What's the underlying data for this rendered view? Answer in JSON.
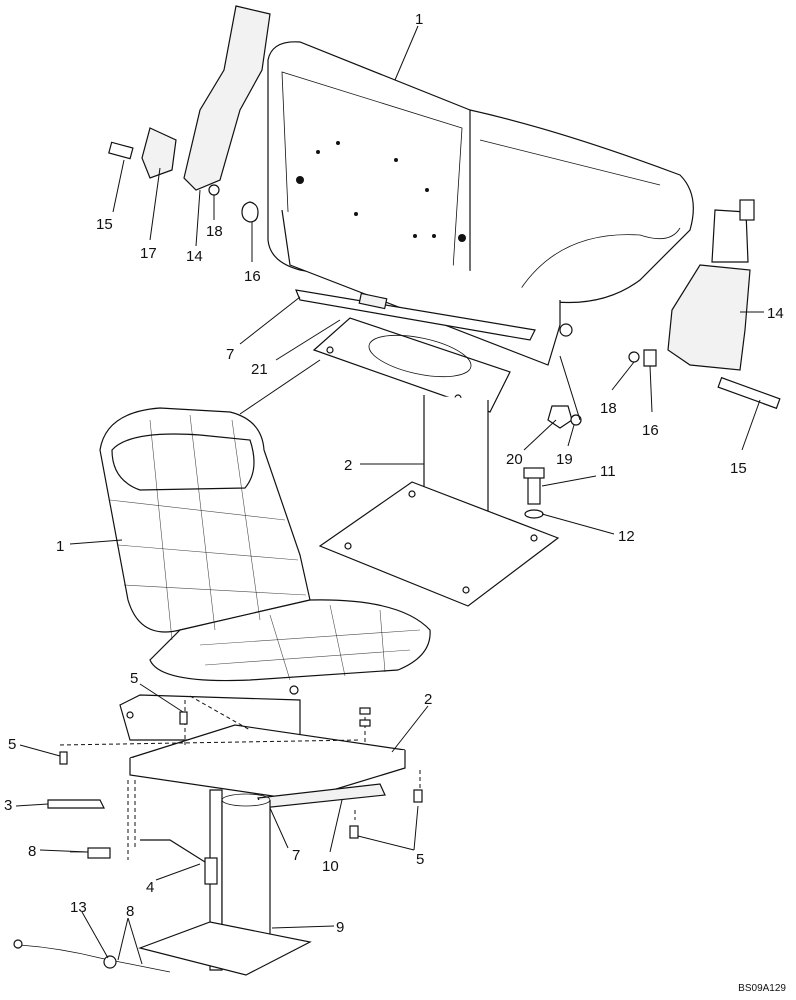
{
  "figure_code": "BS09A129",
  "callouts": {
    "c1_top": "1",
    "c15_top_left": "15",
    "c17": "17",
    "c14_top_left": "14",
    "c18_top_left": "18",
    "c16_top_left": "16",
    "c7_top": "7",
    "c21": "21",
    "c14_right": "14",
    "c18_right": "18",
    "c16_right": "16",
    "c15_right": "15",
    "c20": "20",
    "c19": "19",
    "c11": "11",
    "c12": "12",
    "c2_top": "2",
    "c1_lower": "1",
    "c5_a": "5",
    "c2_lower": "2",
    "c5_b": "5",
    "c3": "3",
    "c8_left": "8",
    "c7_lower": "7",
    "c10": "10",
    "c5_c": "5",
    "c4": "4",
    "c13": "13",
    "c8_bottom": "8",
    "c9": "9"
  }
}
